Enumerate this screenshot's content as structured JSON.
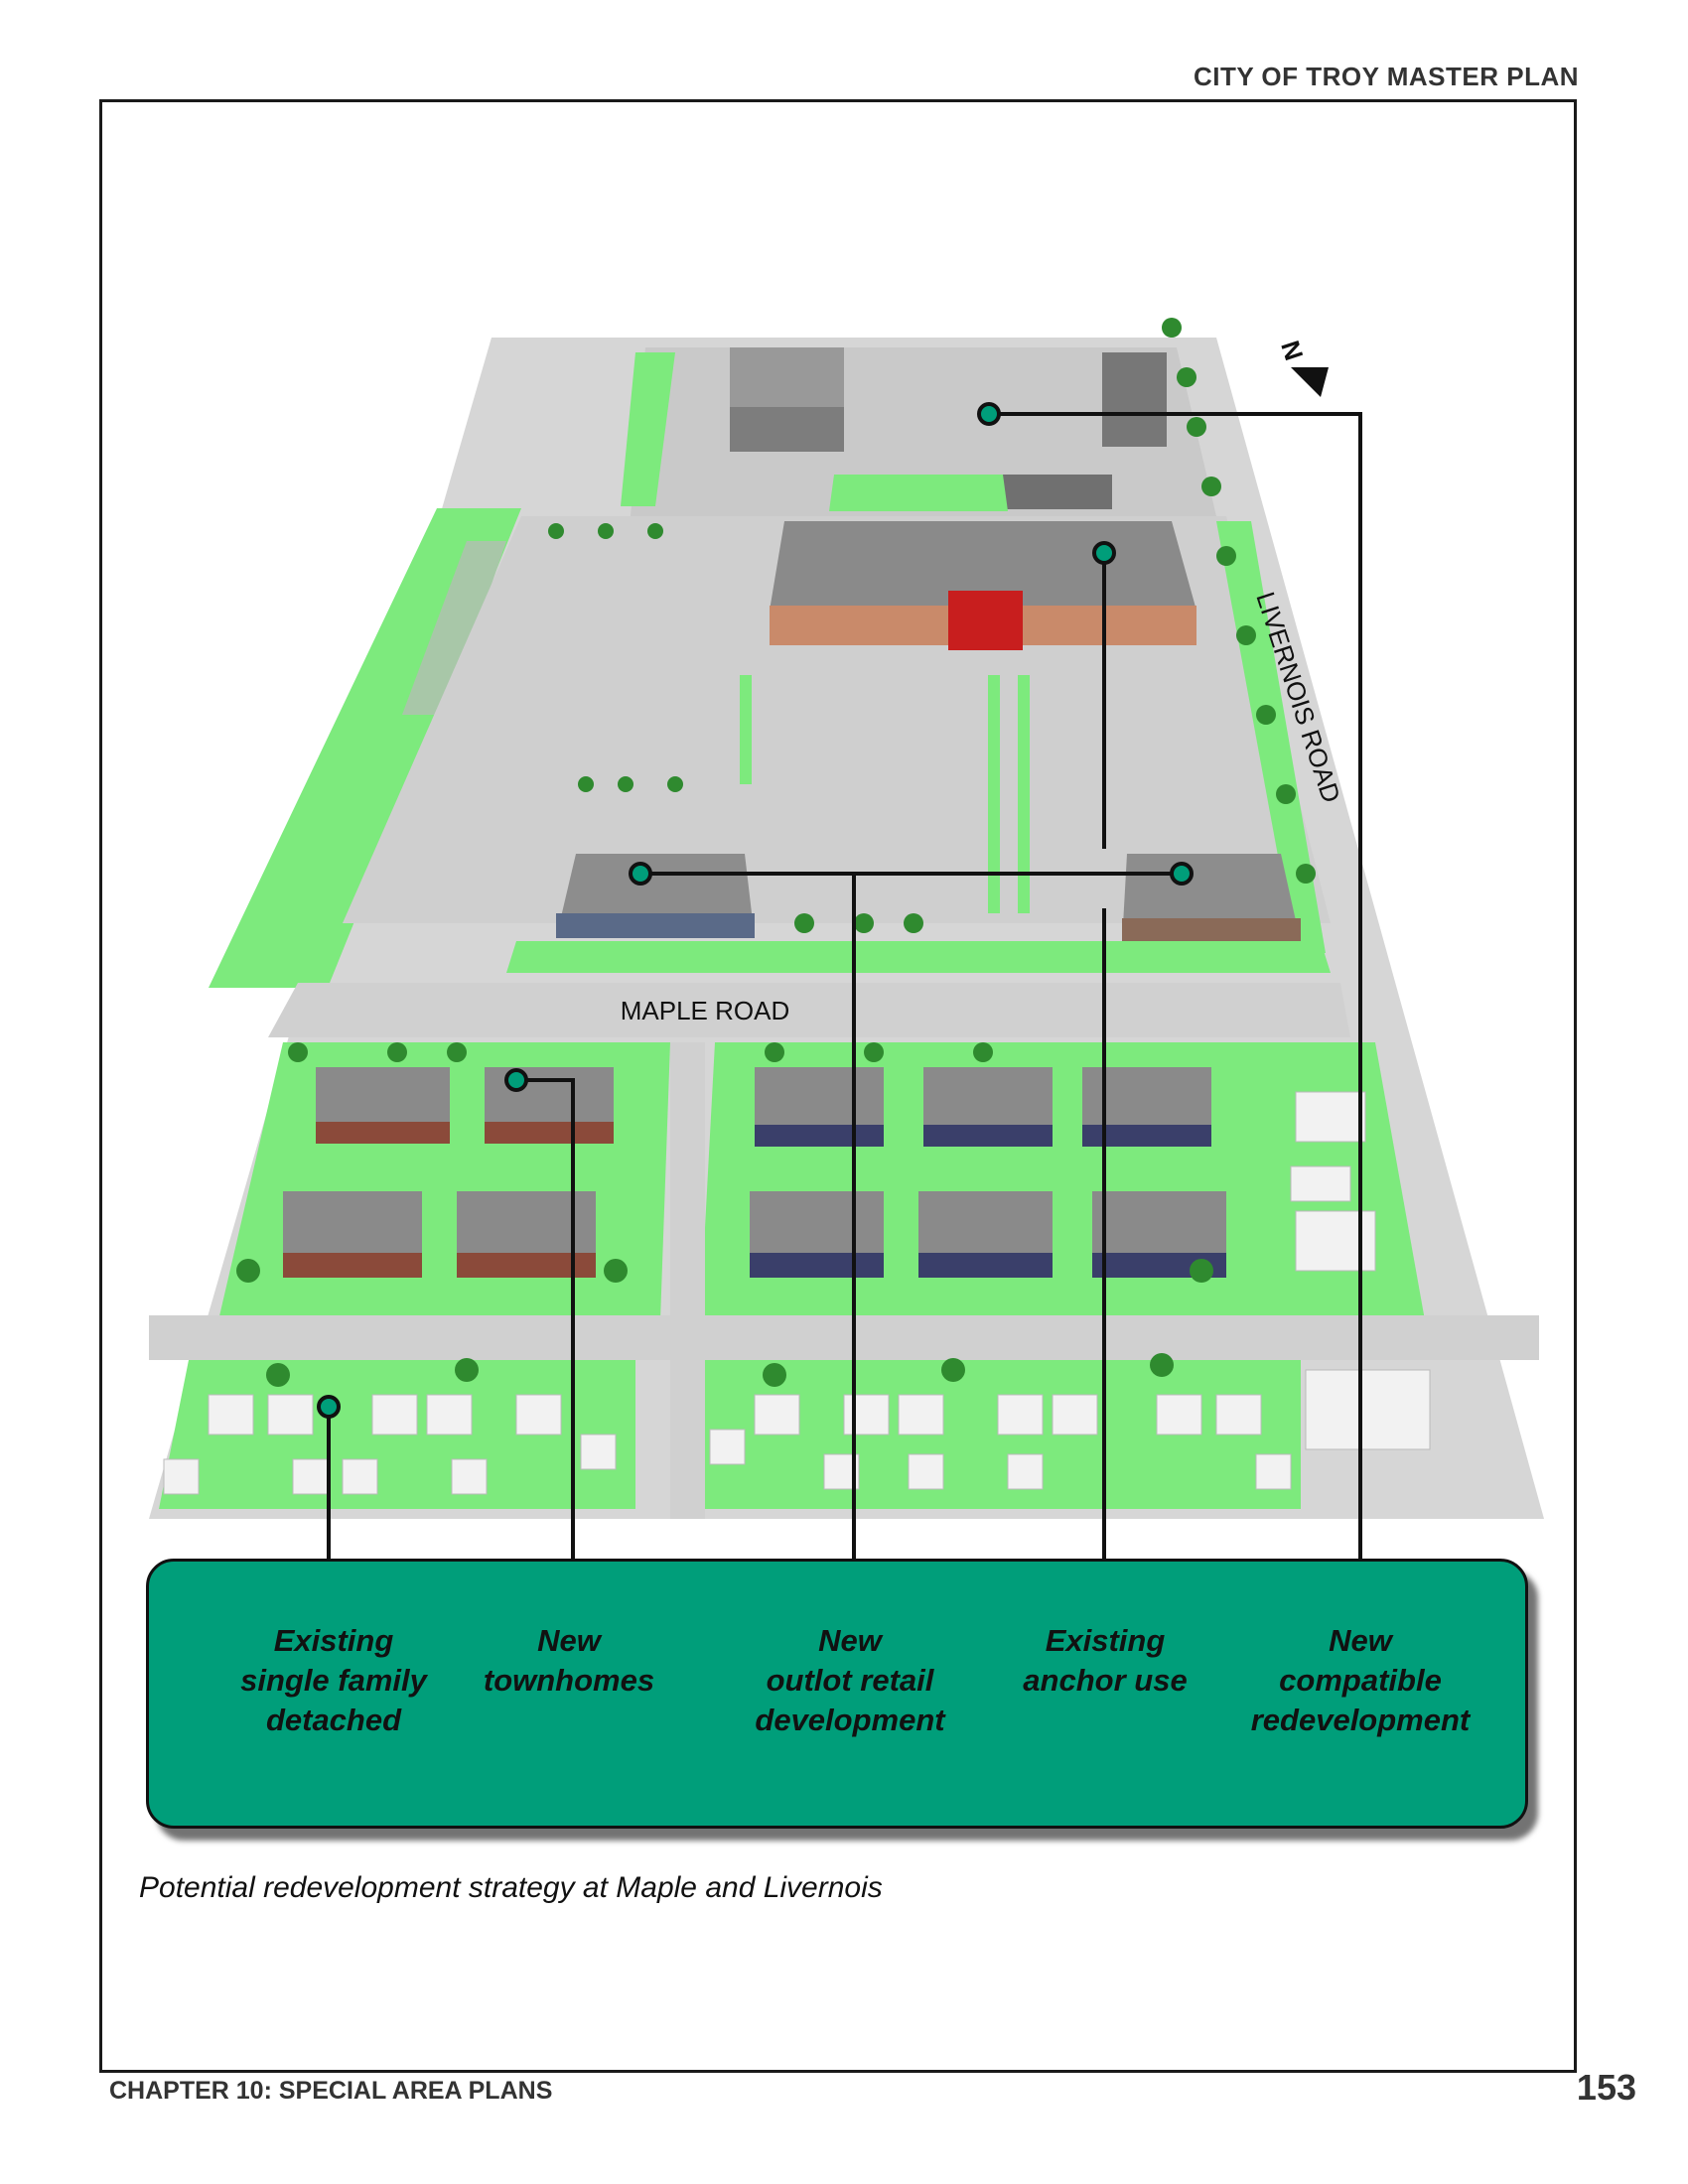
{
  "header": {
    "title": "CITY OF TROY MASTER PLAN"
  },
  "map": {
    "north_label": "N",
    "roads": {
      "livernois": "LIVERNOIS ROAD",
      "maple": "MAPLE ROAD"
    },
    "colors": {
      "grass": "#7dea7d",
      "pavement": "#d9d9d9",
      "roof": "#8a8a8a",
      "callout": "#009e7a"
    }
  },
  "legend": {
    "items": [
      {
        "label": "Existing\nsingle family\ndetached"
      },
      {
        "label": "New\ntownhomes"
      },
      {
        "label": "New\noutlot  retail\ndevelopment"
      },
      {
        "label": "Existing\nanchor use"
      },
      {
        "label": "New\ncompatible\nredevelopment"
      }
    ]
  },
  "caption": "Potential redevelopment strategy at Maple and Livernois",
  "footer": {
    "chapter": "CHAPTER 10: SPECIAL AREA PLANS",
    "page_number": "153"
  }
}
